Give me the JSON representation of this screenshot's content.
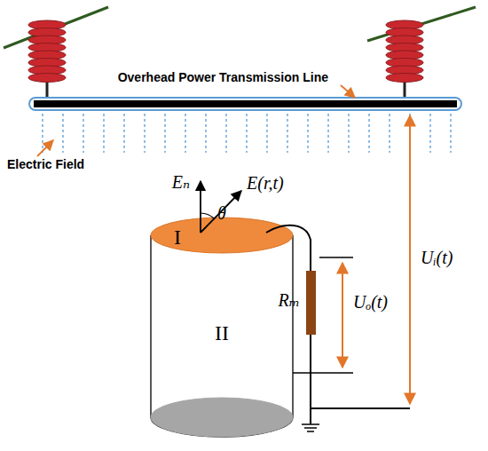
{
  "diagram": {
    "nodes": [
      {
        "text": [
          "II"
        ]
      },
      {
        "text": [
          "I"
        ],
        "in": 0
      }
    ],
    "labels": [
      "Overhead Power Transmission Line",
      "Electric Field",
      "Eₙ",
      "θ",
      "E(r,t)",
      "Rₘ",
      "Uₒ(t)",
      "Uᵢ(t)"
    ]
  }
}
